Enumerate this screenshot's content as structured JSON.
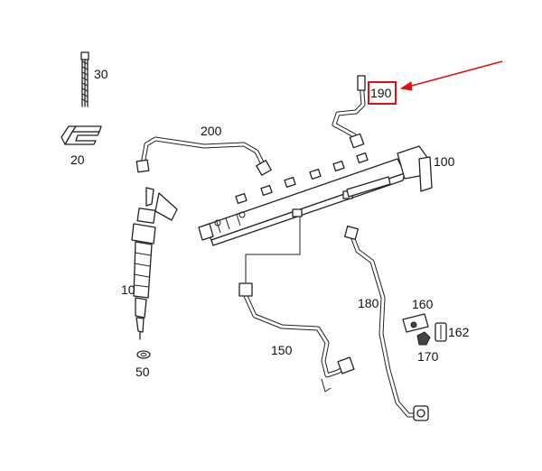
{
  "diagram": {
    "callouts": {
      "c10": "10",
      "c20": "20",
      "c30": "30",
      "c50": "50",
      "c100": "100",
      "c150": "150",
      "c160": "160",
      "c162": "162",
      "c170": "170",
      "c180": "180",
      "c190": "190",
      "c200": "200"
    },
    "highlight": {
      "target": "190",
      "box_color": "#e01010",
      "arrow_color": "#e01010"
    }
  }
}
